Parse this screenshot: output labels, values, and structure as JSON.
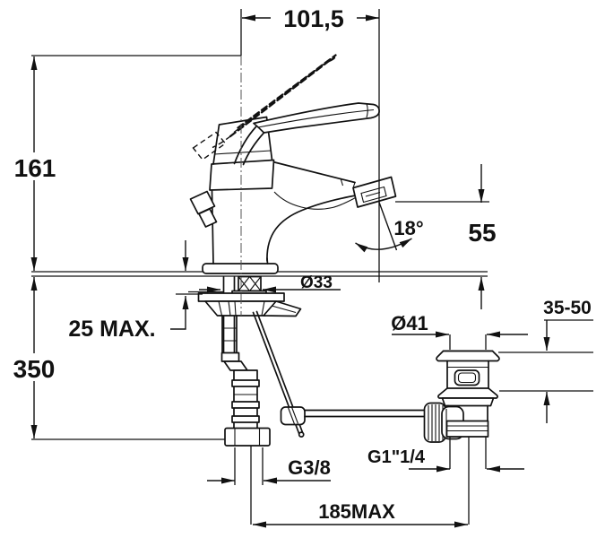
{
  "drawing": {
    "title": "Single-lever basin mixer installation diagram",
    "dimensions": {
      "spout_projection": "101,5",
      "body_height": "161",
      "outlet_height": "55",
      "outlet_angle": "18°",
      "hole_diameter": "Ø33",
      "deck_thickness_max": "25 MAX.",
      "supply_length": "350",
      "waste_clamp_range": "35-50",
      "waste_diameter": "Ø41",
      "supply_thread": "G3/8",
      "waste_thread": "G1\"1/4",
      "max_reach": "185MAX"
    },
    "colors": {
      "line": "#111111",
      "background": "#ffffff"
    }
  }
}
